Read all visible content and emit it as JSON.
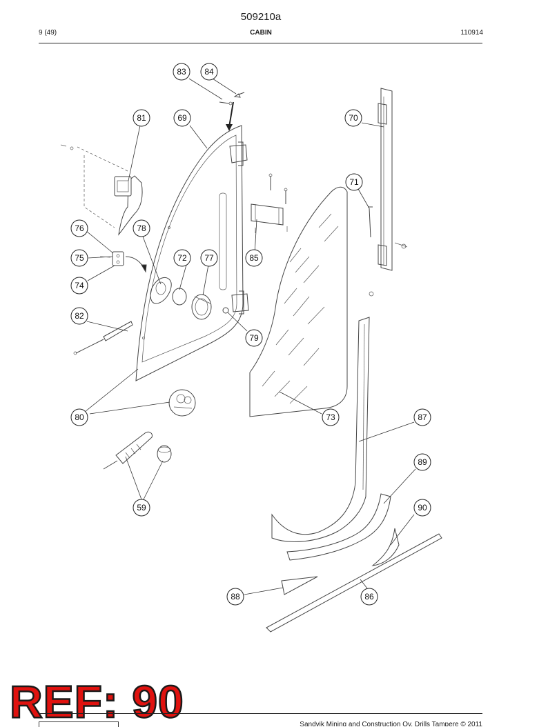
{
  "header": {
    "doc_number": "509210a",
    "page": "9 (49)",
    "section": "CABIN",
    "date_code": "110914"
  },
  "callouts": {
    "c83": "83",
    "c84": "84",
    "c81": "81",
    "c69": "69",
    "c70": "70",
    "c71": "71",
    "c76": "76",
    "c78": "78",
    "c75": "75",
    "c72": "72",
    "c77": "77",
    "c85": "85",
    "c74": "74",
    "c82": "82",
    "c79": "79",
    "c80": "80",
    "c73": "73",
    "c87": "87",
    "c89": "89",
    "c59": "59",
    "c90": "90",
    "c88": "88",
    "c86": "86"
  },
  "stamp": {
    "text": "REF: 90",
    "color": "#e0120f"
  },
  "footer": {
    "copyright": "Sandvik Mining and Construction Oy, Drills Tampere © 2011"
  }
}
